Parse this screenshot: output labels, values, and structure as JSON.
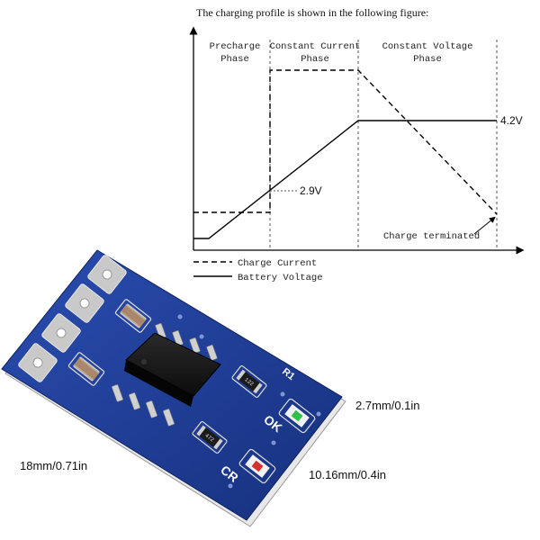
{
  "figure": {
    "caption": "The charging profile is shown in the following figure:",
    "phases": [
      {
        "line1": "Precharge",
        "line2": "Phase"
      },
      {
        "line1": "Constant Current",
        "line2": "Phase"
      },
      {
        "line1": "Constant Voltage",
        "line2": "Phase"
      }
    ],
    "labels": {
      "precharge_threshold": "2.9V",
      "full_voltage": "4.2V",
      "terminated": "Charge terminated"
    },
    "legend": {
      "current": "Charge Current",
      "voltage": "Battery Voltage"
    }
  },
  "board": {
    "dims": {
      "length": "18mm/0.71in",
      "width": "10.16mm/0.4in",
      "thickness": "2.7mm/0.1in"
    },
    "silkscreen": {
      "ok": "OK",
      "cr": "CR",
      "r1": "R1"
    },
    "markings": {
      "resistor_top": "122",
      "resistor_bottom": "472"
    },
    "colors": {
      "pcb": "#1f3f9a",
      "pad": "#c9c9c9",
      "ic": "#1a1a1a",
      "capacitor": "#a8876a"
    }
  }
}
